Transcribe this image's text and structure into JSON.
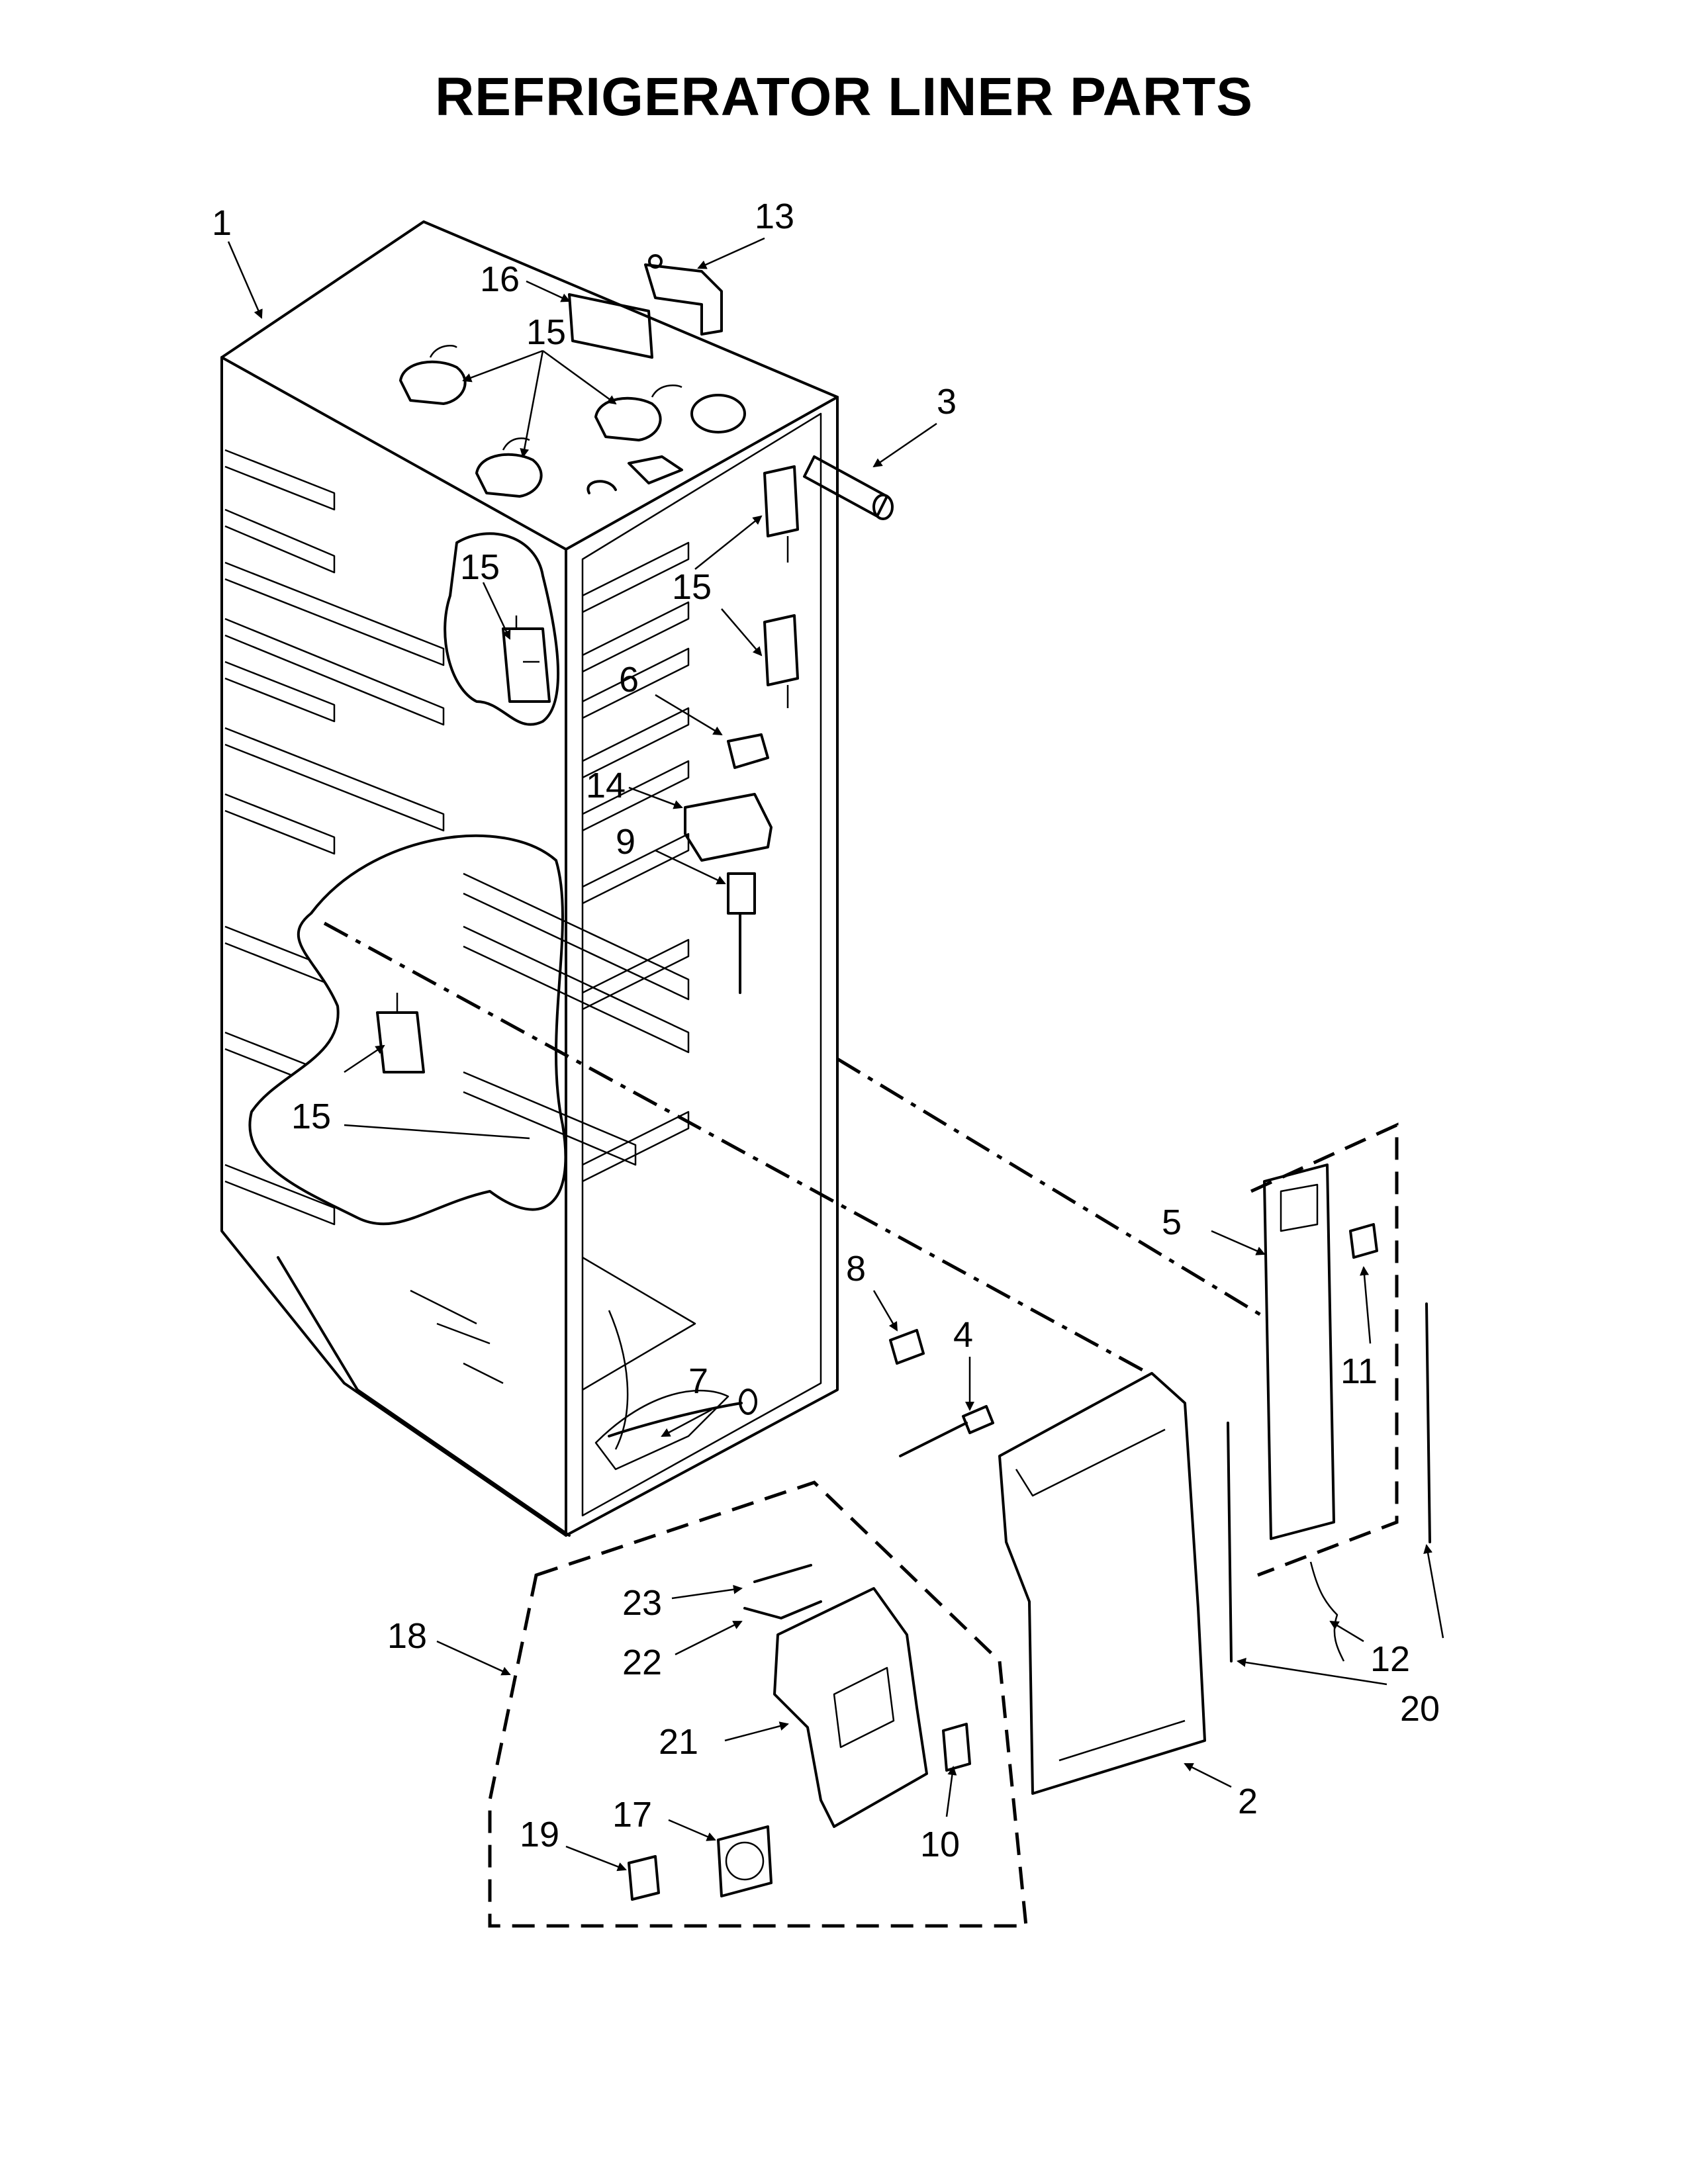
{
  "title": "REFRIGERATOR LINER PARTS",
  "callouts": {
    "c1": "1",
    "c2": "2",
    "c3": "3",
    "c4": "4",
    "c5": "5",
    "c6": "6",
    "c7": "7",
    "c8": "8",
    "c9": "9",
    "c10": "10",
    "c11": "11",
    "c12": "12",
    "c13": "13",
    "c14": "14",
    "c15a": "15",
    "c15b": "15",
    "c15c": "15",
    "c15d": "15",
    "c16": "16",
    "c17": "17",
    "c18": "18",
    "c19": "19",
    "c20": "20",
    "c21": "21",
    "c22": "22",
    "c23": "23"
  }
}
